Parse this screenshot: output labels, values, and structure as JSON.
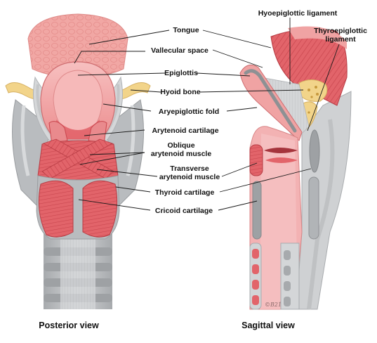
{
  "labels": {
    "tongue": "Tongue",
    "vallecular_space": "Vallecular space",
    "epiglottis": "Epiglottis",
    "hyoid_bone": "Hyoid bone",
    "aryepiglottic_fold": "Aryepiglottic fold",
    "arytenoid_cartilage": "Arytenoid cartilage",
    "oblique_arytenoid_muscle": [
      "Oblique",
      "arytenoid muscle"
    ],
    "transverse_arytenoid_muscle": [
      "Transverse",
      "arytenoid muscle"
    ],
    "thyroid_cartilage": "Thyroid cartilage",
    "cricoid_cartilage": "Cricoid cartilage",
    "hyoepiglottic_ligament": "Hyoepiglottic ligament",
    "thyroepiglottic_ligament": [
      "Thyroepiglottic",
      "ligament"
    ]
  },
  "captions": {
    "posterior": "Posterior view",
    "sagittal": "Sagittal view"
  },
  "signature": "©B21",
  "colors": {
    "muscle": "#e2646a",
    "muscle_dark": "#c9464e",
    "mucosa": "#f0a3a3",
    "cartilage_grey": "#b9bcbf",
    "bone_yellow": "#f2d48a",
    "tongue_pink": "#f1a7a4"
  }
}
